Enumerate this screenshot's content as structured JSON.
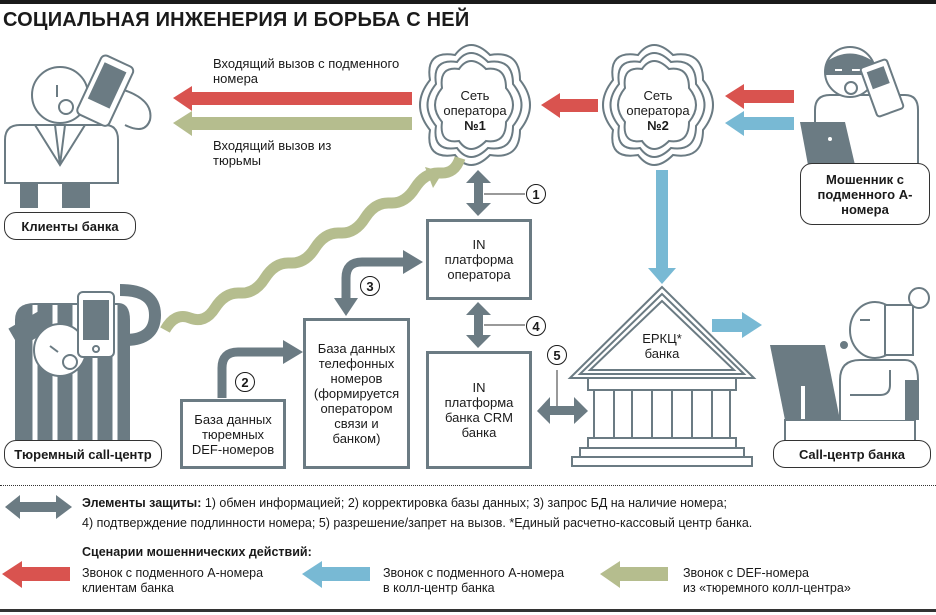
{
  "title": "СОЦИАЛЬНАЯ ИНЖЕНЕРИЯ И БОРЬБА С НЕЙ",
  "colors": {
    "red": "#d9534f",
    "green": "#b5bd8e",
    "blue": "#78b9d4",
    "gray": "#6b7b83",
    "dark": "#1a1a1a"
  },
  "actors": {
    "bank_clients": "Клиенты банка",
    "fraudster": "Мошенник с подменного А-номера",
    "prison_call_center": "Тюремный call-центр",
    "bank_call_center": "Call-центр банка"
  },
  "arrow_labels": {
    "spoofed_call": "Входящий вызов с подменного номера",
    "prison_call": "Входящий вызов из тюрьмы"
  },
  "networks": {
    "operator1": {
      "line1": "Сеть",
      "line2": "оператора",
      "line3": "№1"
    },
    "operator2": {
      "line1": "Сеть",
      "line2": "оператора",
      "line3": "№2"
    }
  },
  "boxes": {
    "in_operator": "IN платформа оператора",
    "in_bank": "IN платформа банка CRM банка",
    "phone_db": "База данных телефонных номеров (формируется оператором связи и банком)",
    "prison_db": "База данных тюремных DEF-номеров"
  },
  "bank_building": {
    "line1": "ЕРКЦ*",
    "line2": "банка"
  },
  "markers": [
    "1",
    "2",
    "3",
    "4",
    "5"
  ],
  "legend": {
    "protection_title": "Элементы защиты:",
    "protection_line1": "1) обмен информацией;  2) корректировка базы данных;  3) запрос БД на наличие номера;",
    "protection_line2": "4) подтверждение подлинности номера;  5) разрешение/запрет на вызов.    *Единый расчетно-кассовый центр банка.",
    "scenarios_title": "Сценарии мошеннических действий:",
    "scenarios": [
      {
        "line1": "Звонок с подменного А-номера",
        "line2": "клиентам банка",
        "color": "red"
      },
      {
        "line1": "Звонок с подменного А-номера",
        "line2": "в колл-центр банка",
        "color": "blue"
      },
      {
        "line1": "Звонок с DEF-номера",
        "line2": "из «тюремного колл-центра»",
        "color": "green"
      }
    ]
  }
}
